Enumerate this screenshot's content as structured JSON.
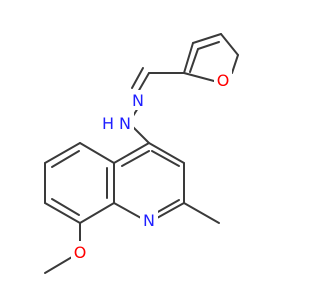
{
  "molecule": {
    "atoms": {
      "furan_O": "O",
      "imine_N": "N",
      "hydrazine_N": "N",
      "hydrazine_H": "H",
      "quinoline_N": "N",
      "methoxy_O": "O"
    },
    "colors": {
      "bond": "#3a3a3a",
      "oxygen": "#ff0000",
      "nitrogen": "#1f1fff"
    }
  }
}
